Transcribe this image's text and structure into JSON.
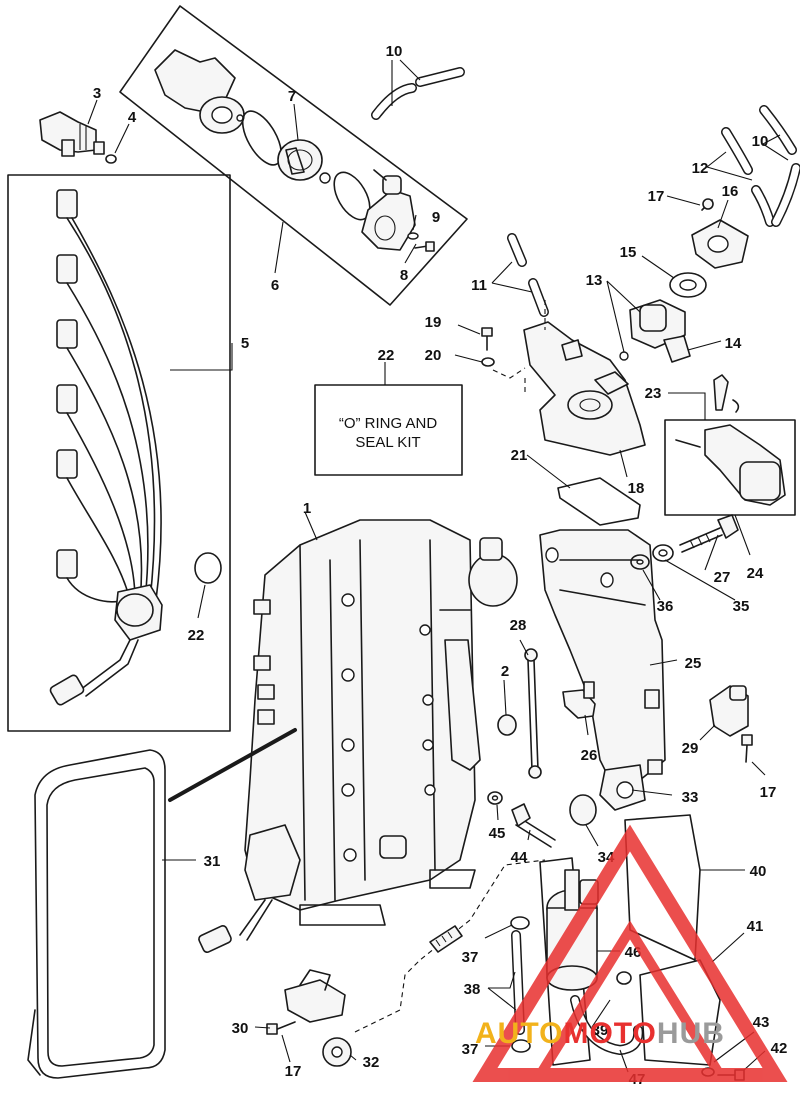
{
  "kit_box": {
    "line1": "“O” RING AND",
    "line2": "SEAL KIT"
  },
  "watermark": {
    "part1": "AUTO",
    "part2": "MOTO",
    "part3": "HUB",
    "color_red": "#e8302f",
    "color_gold": "#f2b21b",
    "color_gray": "#9a9a9a"
  },
  "callouts": [
    {
      "id": "c1",
      "text": "1"
    },
    {
      "id": "c2",
      "text": "2"
    },
    {
      "id": "c3",
      "text": "3"
    },
    {
      "id": "c4",
      "text": "4"
    },
    {
      "id": "c5",
      "text": "5"
    },
    {
      "id": "c6",
      "text": "6"
    },
    {
      "id": "c7",
      "text": "7"
    },
    {
      "id": "c8",
      "text": "8"
    },
    {
      "id": "c9",
      "text": "9"
    },
    {
      "id": "c10a",
      "text": "10"
    },
    {
      "id": "c10b",
      "text": "10"
    },
    {
      "id": "c11",
      "text": "11"
    },
    {
      "id": "c12",
      "text": "12"
    },
    {
      "id": "c13",
      "text": "13"
    },
    {
      "id": "c14",
      "text": "14"
    },
    {
      "id": "c15",
      "text": "15"
    },
    {
      "id": "c16",
      "text": "16"
    },
    {
      "id": "c17a",
      "text": "17"
    },
    {
      "id": "c17b",
      "text": "17"
    },
    {
      "id": "c17c",
      "text": "17"
    },
    {
      "id": "c18",
      "text": "18"
    },
    {
      "id": "c19",
      "text": "19"
    },
    {
      "id": "c20",
      "text": "20"
    },
    {
      "id": "c21",
      "text": "21"
    },
    {
      "id": "c22a",
      "text": "22"
    },
    {
      "id": "c22b",
      "text": "22"
    },
    {
      "id": "c23",
      "text": "23"
    },
    {
      "id": "c24",
      "text": "24"
    },
    {
      "id": "c25",
      "text": "25"
    },
    {
      "id": "c26",
      "text": "26"
    },
    {
      "id": "c27",
      "text": "27"
    },
    {
      "id": "c28",
      "text": "28"
    },
    {
      "id": "c29",
      "text": "29"
    },
    {
      "id": "c30",
      "text": "30"
    },
    {
      "id": "c31",
      "text": "31"
    },
    {
      "id": "c32",
      "text": "32"
    },
    {
      "id": "c33",
      "text": "33"
    },
    {
      "id": "c34",
      "text": "34"
    },
    {
      "id": "c35",
      "text": "35"
    },
    {
      "id": "c36",
      "text": "36"
    },
    {
      "id": "c37a",
      "text": "37"
    },
    {
      "id": "c37b",
      "text": "37"
    },
    {
      "id": "c38",
      "text": "38"
    },
    {
      "id": "c39",
      "text": "39"
    },
    {
      "id": "c40",
      "text": "40"
    },
    {
      "id": "c41",
      "text": "41"
    },
    {
      "id": "c42",
      "text": "42"
    },
    {
      "id": "c43",
      "text": "43"
    },
    {
      "id": "c44",
      "text": "44"
    },
    {
      "id": "c45",
      "text": "45"
    },
    {
      "id": "c46",
      "text": "46"
    },
    {
      "id": "c47",
      "text": "47"
    }
  ]
}
